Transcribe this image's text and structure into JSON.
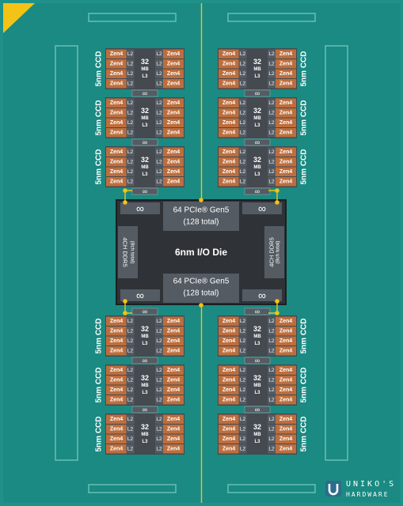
{
  "colors": {
    "substrate": "#1a8a82",
    "trace": "#63bcb1",
    "core": "#bd6e3d",
    "cache": "#444a50",
    "die": "#2f3337",
    "cell": "#545b62",
    "gold": "#f3c315"
  },
  "ccd": {
    "label": "5nm CCD",
    "core_label": "Zen4",
    "l2_label": "L2",
    "l3_lines": [
      "32",
      "MB",
      "L3"
    ],
    "link_icon": "∞",
    "count": 12,
    "cores_per_ccd": 8
  },
  "io_die": {
    "title": "6nm I/O Die",
    "pcie_top": {
      "line1": "64 PCIe® Gen5",
      "line2": "(128 total)"
    },
    "pcie_bottom": {
      "line1": "64 PCIe® Gen5",
      "line2": "(128 total)"
    },
    "ddr_left": {
      "line1": "4CH DDR5",
      "line2": "(8ch total)"
    },
    "ddr_right": {
      "line1": "4CH DDR5",
      "line2": "(8ch total)"
    },
    "link_icon": "∞"
  },
  "watermark": {
    "logo": "UNIKO'S HARDWARE",
    "line1": "UNIKO'S",
    "line2": "HARDWARE"
  }
}
